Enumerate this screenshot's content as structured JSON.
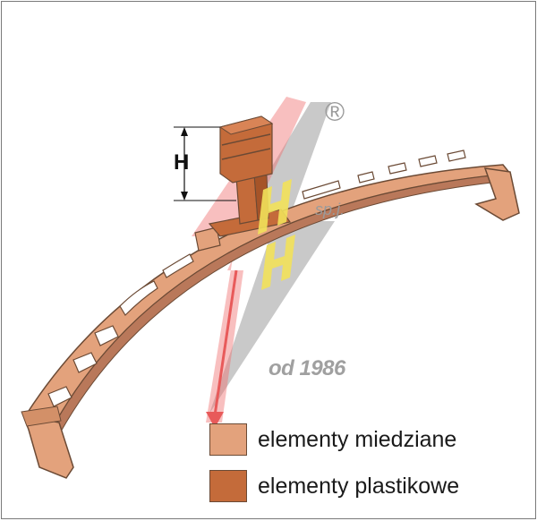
{
  "diagram": {
    "dimension_label": "H",
    "watermark": {
      "registered_mark": "®",
      "company_suffix": "sp.j.",
      "since": "od 1986"
    }
  },
  "legend": {
    "items": [
      {
        "label": "elementy miedziane",
        "color": "#e3a27c"
      },
      {
        "label": "elementy plastikowe",
        "color": "#c46b3a"
      }
    ]
  },
  "colors": {
    "copper": "#e3a27c",
    "copper_dark": "#b9785a",
    "plastic": "#c46b3a",
    "outline": "#6b4a35",
    "bolt_red": "#e85a5a",
    "bolt_gray": "#9c9c9c",
    "logo_yellow": "#f2e15a"
  }
}
